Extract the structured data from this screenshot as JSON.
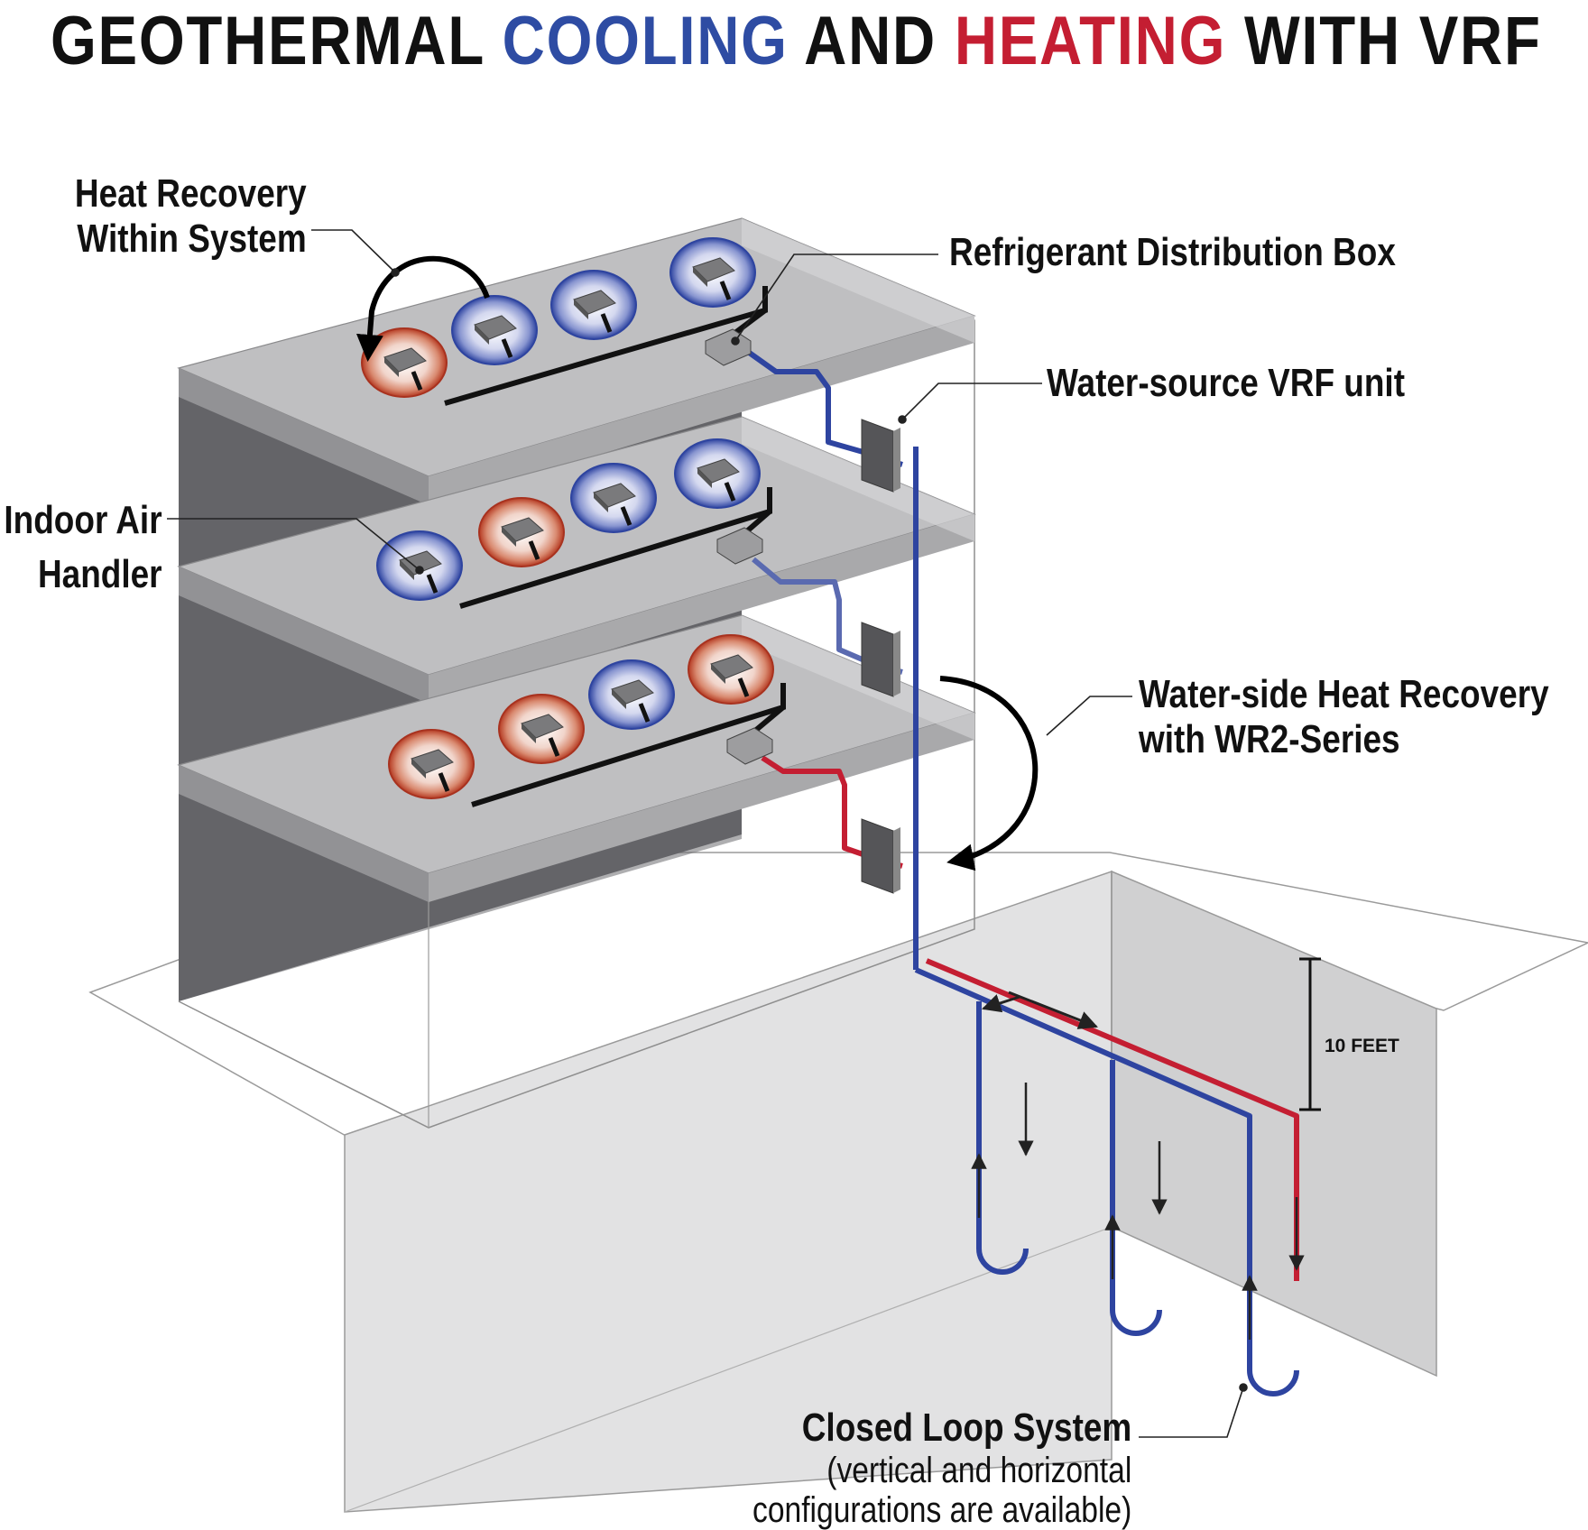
{
  "title": {
    "part1": "GEOTHERMAL ",
    "part2": "COOLING",
    "part3": " AND ",
    "part4": "HEATING",
    "part5": " WITH VRF"
  },
  "colors": {
    "cooling": "#2e4ca3",
    "heating": "#c41e32",
    "text": "#111111"
  },
  "labels": {
    "heat_recovery_line1": "Heat Recovery",
    "heat_recovery_line2": "Within System",
    "refrigerant_box": "Refrigerant Distribution Box",
    "vrf_unit": "Water-source VRF unit",
    "indoor_air_line1": "Indoor Air",
    "indoor_air_line2": "Handler",
    "waterside_line1": "Water-side Heat Recovery",
    "waterside_line2": "with WR2-Series",
    "closed_loop": "Closed Loop System",
    "closed_loop_sub1": "(vertical and horizontal",
    "closed_loop_sub2": "configurations are available)",
    "depth": "10 FEET"
  },
  "floors": [
    {
      "name": "top floor",
      "air_handlers": [
        "heating",
        "cooling",
        "cooling",
        "cooling"
      ]
    },
    {
      "name": "middle floor",
      "air_handlers": [
        "cooling",
        "heating",
        "cooling",
        "cooling"
      ]
    },
    {
      "name": "bottom floor",
      "air_handlers": [
        "heating",
        "heating",
        "cooling",
        "heating"
      ]
    }
  ]
}
